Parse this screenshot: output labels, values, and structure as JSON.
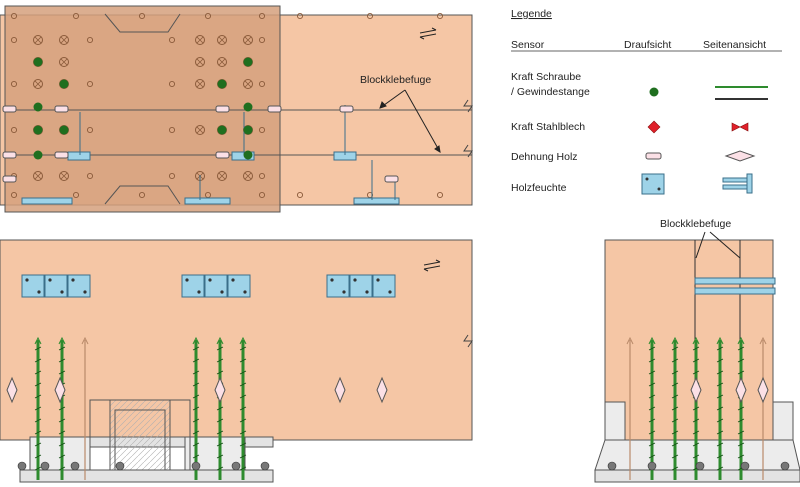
{
  "legend": {
    "title": "Legende",
    "col_sensor": "Sensor",
    "col_top": "Draufsicht",
    "col_side": "Seitenansicht",
    "rows": [
      {
        "label_line1": "Kraft Schraube",
        "label_line2": "/ Gewindestange",
        "symbol": "green-dot"
      },
      {
        "label_line1": "Kraft Stahlblech",
        "label_line2": "",
        "symbol": "red-diamond"
      },
      {
        "label_line1": "Dehnung Holz",
        "label_line2": "",
        "symbol": "strain-gauge"
      },
      {
        "label_line1": "Holzfeuchte",
        "label_line2": "",
        "symbol": "moisture-sensor"
      }
    ]
  },
  "labels": {
    "top_view_joint": "Blockklebefuge",
    "side_view_joint": "Blockklebefuge"
  },
  "colors": {
    "wood": "#f5c6a5",
    "wood_dark": "#d59f7a",
    "sensor_blue": "#9ed3e8",
    "screw_green": "#2e8b2e",
    "steel": "#d9d9d9",
    "force_red": "#e0202a"
  }
}
